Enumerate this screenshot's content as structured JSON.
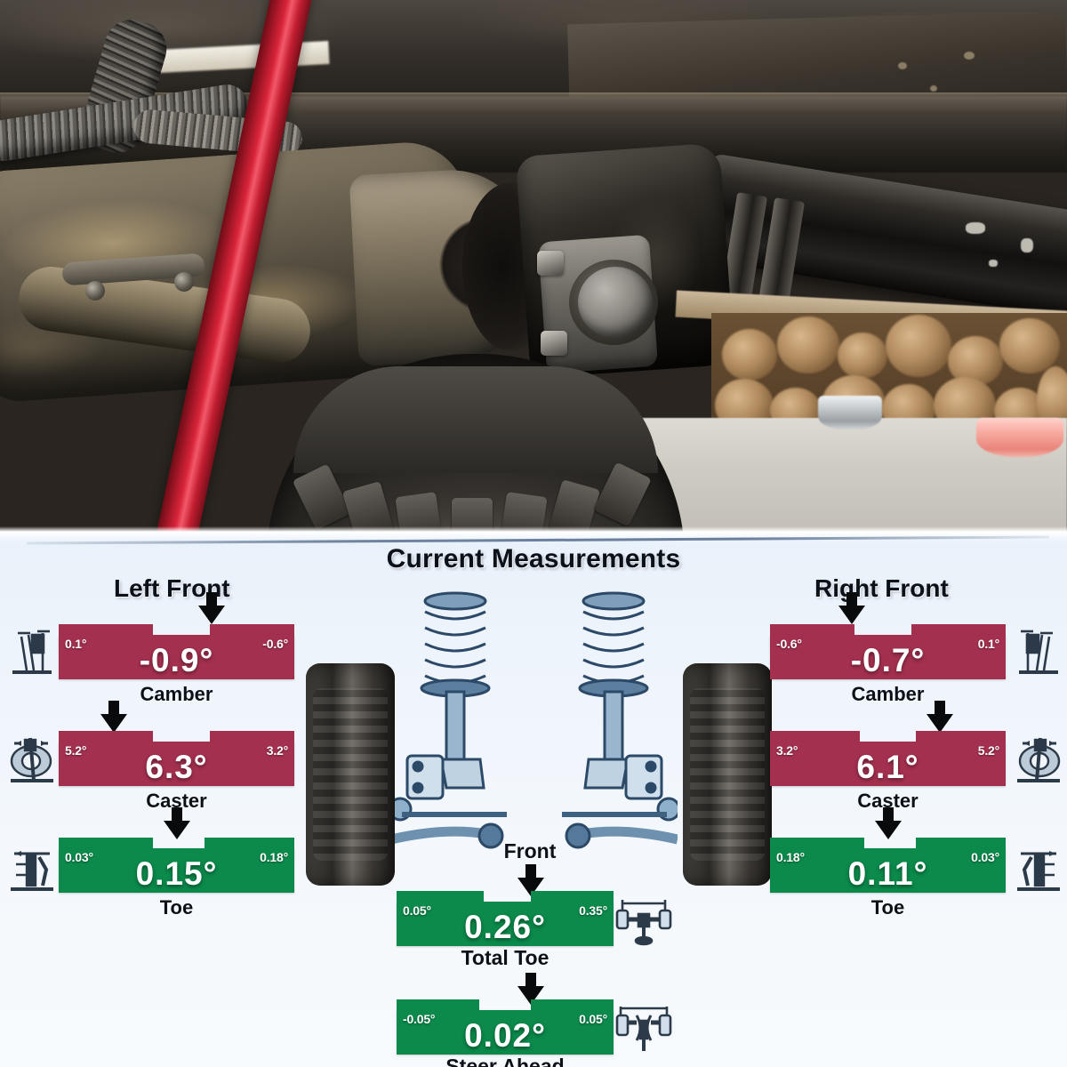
{
  "photo": {
    "caption_name": "vehicle-undercarriage-driveshaft-photo",
    "subjects": [
      "driveshaft",
      "universal-joint",
      "axle-tube",
      "red-hose",
      "off-road-tire",
      "firewood-stack",
      "silver-bowl",
      "pink-bowl"
    ]
  },
  "alignment": {
    "title": "Current Measurements",
    "left": {
      "heading": "Left Front",
      "rows": [
        {
          "name": "Camber",
          "value": "-0.9°",
          "min": "0.1°",
          "max": "-0.6°",
          "status": "red",
          "pointer_pct": 66,
          "target_left_pct": 40,
          "target_width_pct": 24,
          "icon": "camber-schematic-icon"
        },
        {
          "name": "Caster",
          "value": "6.3°",
          "min": "5.2°",
          "max": "3.2°",
          "status": "red",
          "pointer_pct": 26,
          "target_left_pct": 40,
          "target_width_pct": 24,
          "icon": "caster-schematic-icon"
        },
        {
          "name": "Toe",
          "value": "0.15°",
          "min": "0.03°",
          "max": "0.18°",
          "status": "green",
          "pointer_pct": 50,
          "target_left_pct": 40,
          "target_width_pct": 22,
          "icon": "toe-schematic-icon"
        }
      ]
    },
    "right": {
      "heading": "Right Front",
      "rows": [
        {
          "name": "Camber",
          "value": "-0.7°",
          "min": "-0.6°",
          "max": "0.1°",
          "status": "red",
          "pointer_pct": 34,
          "target_left_pct": 36,
          "target_width_pct": 24,
          "icon": "camber-schematic-icon"
        },
        {
          "name": "Caster",
          "value": "6.1°",
          "min": "3.2°",
          "max": "5.2°",
          "status": "red",
          "pointer_pct": 74,
          "target_left_pct": 38,
          "target_width_pct": 24,
          "icon": "caster-schematic-icon"
        },
        {
          "name": "Toe",
          "value": "0.11°",
          "min": "0.18°",
          "max": "0.03°",
          "status": "green",
          "pointer_pct": 50,
          "target_left_pct": 40,
          "target_width_pct": 22,
          "icon": "toe-schematic-icon"
        }
      ]
    },
    "center": {
      "front_label": "Front",
      "rows": [
        {
          "name": "Total Toe",
          "value": "0.26°",
          "min": "0.05°",
          "max": "0.35°",
          "status": "green",
          "pointer_pct": 50,
          "target_left_pct": 40,
          "target_width_pct": 22,
          "icon": "total-toe-axle-icon"
        },
        {
          "name": "Steer Ahead",
          "value": "0.02°",
          "min": "-0.05°",
          "max": "0.05°",
          "status": "green",
          "pointer_pct": 50,
          "target_left_pct": 38,
          "target_width_pct": 24,
          "icon": "steer-ahead-axle-icon"
        }
      ]
    },
    "colors": {
      "out_of_spec": "#a4304f",
      "in_spec": "#0b8a4b",
      "target_zone": "#12994f",
      "pointer": "#080a0c",
      "panel_background": "#eef4fb",
      "text": "#0b1118"
    }
  }
}
